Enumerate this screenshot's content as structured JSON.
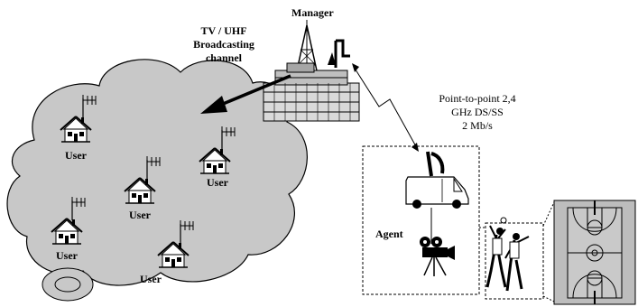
{
  "labels": {
    "manager": "Manager",
    "broadcast_line1": "TV / UHF",
    "broadcast_line2": "Broadcasting",
    "broadcast_line3": "channel",
    "p2p_line1": "Point-to-point 2,4",
    "p2p_line2": "GHz DS/SS",
    "p2p_line3": "2 Mb/s",
    "agent": "Agent",
    "users": [
      "User",
      "User",
      "User",
      "User",
      "User"
    ]
  },
  "icons": {
    "manager": "building-tower-icon",
    "house": "house-antenna-icon",
    "van": "satellite-van-icon",
    "camera": "video-camera-icon",
    "players": "basketball-players-icon",
    "court": "basketball-court-icon"
  },
  "colors": {
    "cloud_fill": "#c8c8c8",
    "court_fill": "#bdbdbd",
    "stroke": "#000000"
  }
}
